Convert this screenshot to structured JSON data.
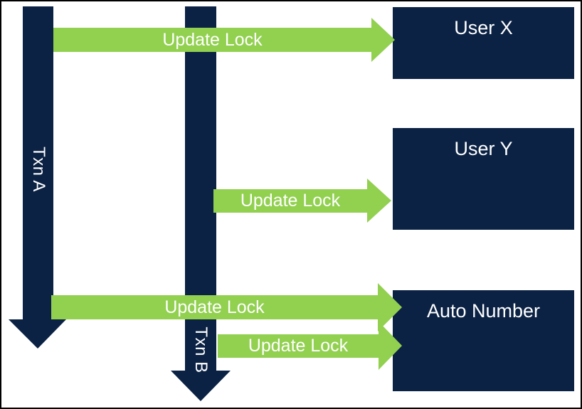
{
  "colors": {
    "navy": "#0b2244",
    "green": "#92d050",
    "text_on_dark": "#ffffff",
    "frame": "#000000",
    "background": "#ffffff"
  },
  "lifelines": [
    {
      "label": "Txn A"
    },
    {
      "label": "Txn B"
    }
  ],
  "boxes": [
    {
      "label": "User X"
    },
    {
      "label": "User Y"
    },
    {
      "label": "Auto Number"
    }
  ],
  "arrows": [
    {
      "label": "Update Lock",
      "from": "Txn A",
      "to": "User X"
    },
    {
      "label": "Update Lock",
      "from": "Txn B",
      "to": "User Y"
    },
    {
      "label": "Update Lock",
      "from": "Txn A",
      "to": "Auto Number"
    },
    {
      "label": "Update Lock",
      "from": "Txn B",
      "to": "Auto Number"
    }
  ]
}
